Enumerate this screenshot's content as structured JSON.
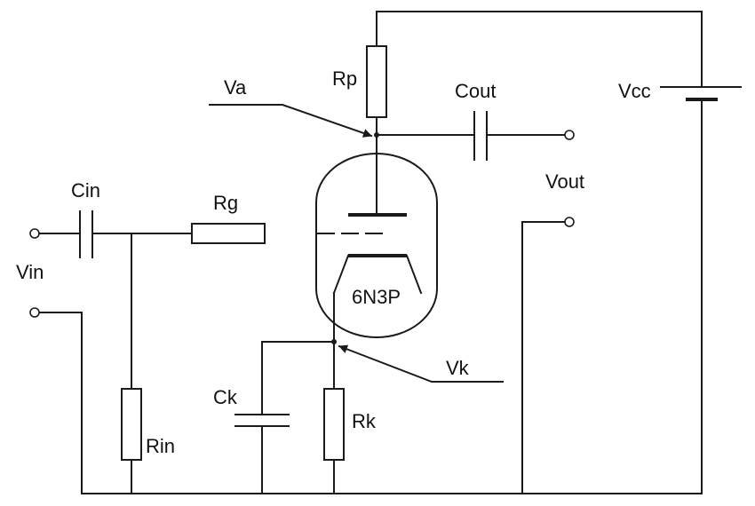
{
  "labels": {
    "rp": "Rp",
    "va": "Va",
    "cout": "Cout",
    "vcc": "Vcc",
    "cin": "Cin",
    "rg": "Rg",
    "vout": "Vout",
    "vin": "Vin",
    "tube": "6N3P",
    "vk": "Vk",
    "ck": "Ck",
    "rk": "Rk",
    "rin": "Rin"
  }
}
